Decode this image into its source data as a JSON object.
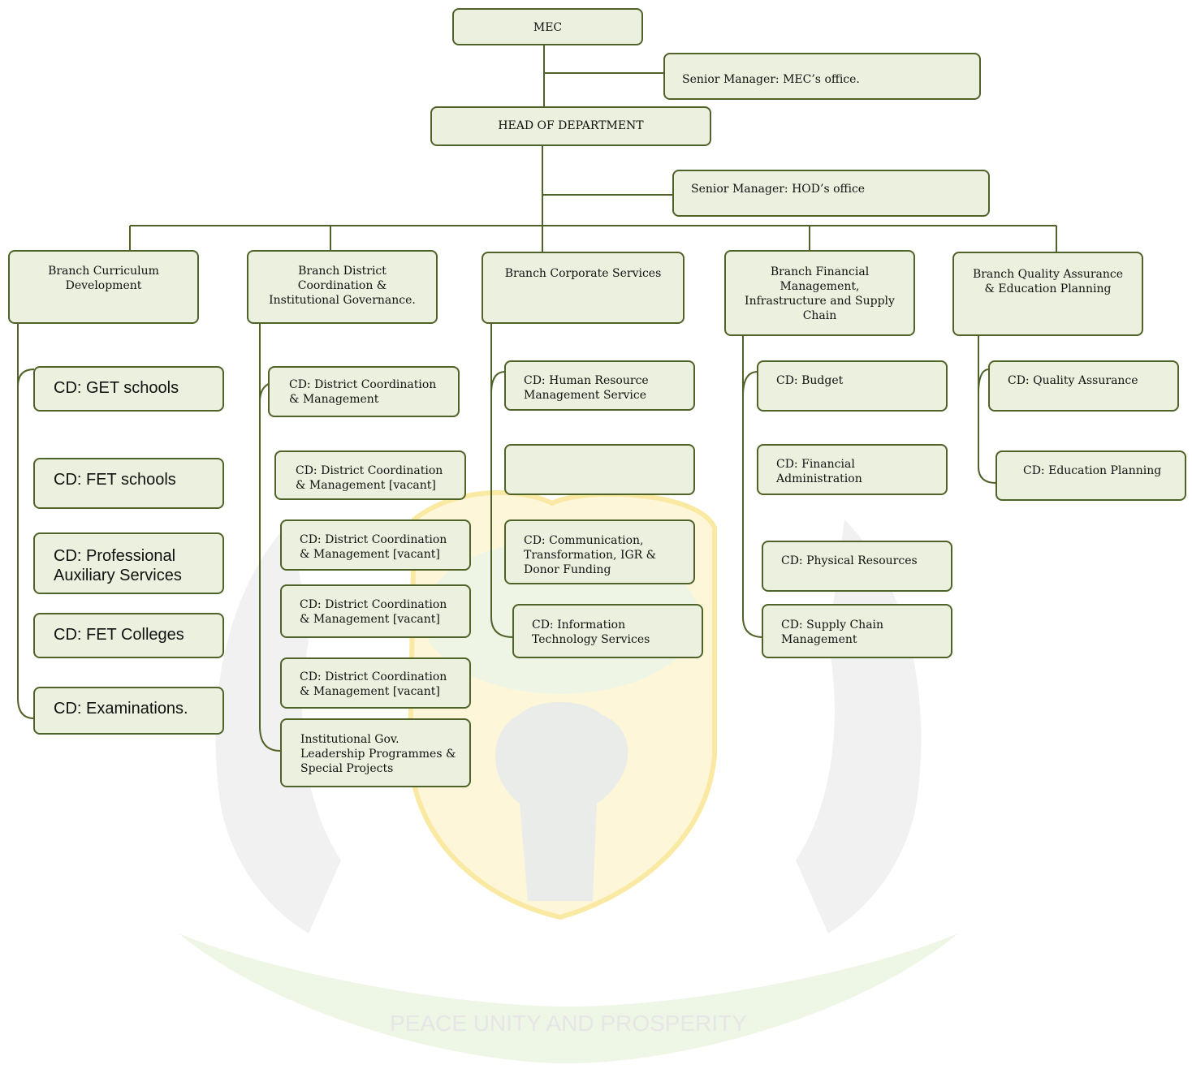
{
  "top": {
    "mec": "MEC",
    "senior_manager_mec": "Senior Manager:  MEC’s office.",
    "hod": "HEAD OF DEPARTMENT",
    "senior_manager_hod": "Senior Manager:  HOD’s office"
  },
  "branches": [
    {
      "title": "Branch Curriculum\nDevelopment",
      "units": [
        "CD:  GET schools",
        "CD:  FET schools",
        "CD:  Professional\nAuxiliary Services",
        "CD:  FET Colleges",
        "CD:  Examinations."
      ]
    },
    {
      "title": "Branch District\nCoordination &\nInstitutional Governance.",
      "units": [
        "CD:  District Coordination\n& Management",
        "CD:  District Coordination\n& Management [vacant]",
        "CD:  District Coordination\n& Management [vacant]",
        "CD:  District Coordination\n& Management [vacant]",
        "CD:  District Coordination\n& Management [vacant]",
        "Institutional Gov.\nLeadership Programmes &\nSpecial Projects"
      ]
    },
    {
      "title": "Branch Corporate Services",
      "units": [
        "CD:  Human Resource\nManagement Service",
        "",
        "CD:  Communication,\nTransformation, IGR &\nDonor Funding",
        "CD:  Information\nTechnology Services"
      ]
    },
    {
      "title": "Branch Financial\nManagement,\nInfrastructure and Supply\nChain",
      "units": [
        "CD:  Budget",
        "CD:  Financial\nAdministration",
        "CD:  Physical Resources",
        "CD:  Supply Chain\nManagement"
      ]
    },
    {
      "title": "Branch Quality Assurance\n& Education Planning",
      "units": [
        "CD:  Quality Assurance",
        "CD:  Education Planning"
      ]
    }
  ],
  "watermark": {
    "motto": "PEACE UNITY AND PROSPERITY"
  },
  "colors": {
    "box_fill": "#ebf1de",
    "box_border": "#4f6228",
    "connector": "#4f6228"
  }
}
